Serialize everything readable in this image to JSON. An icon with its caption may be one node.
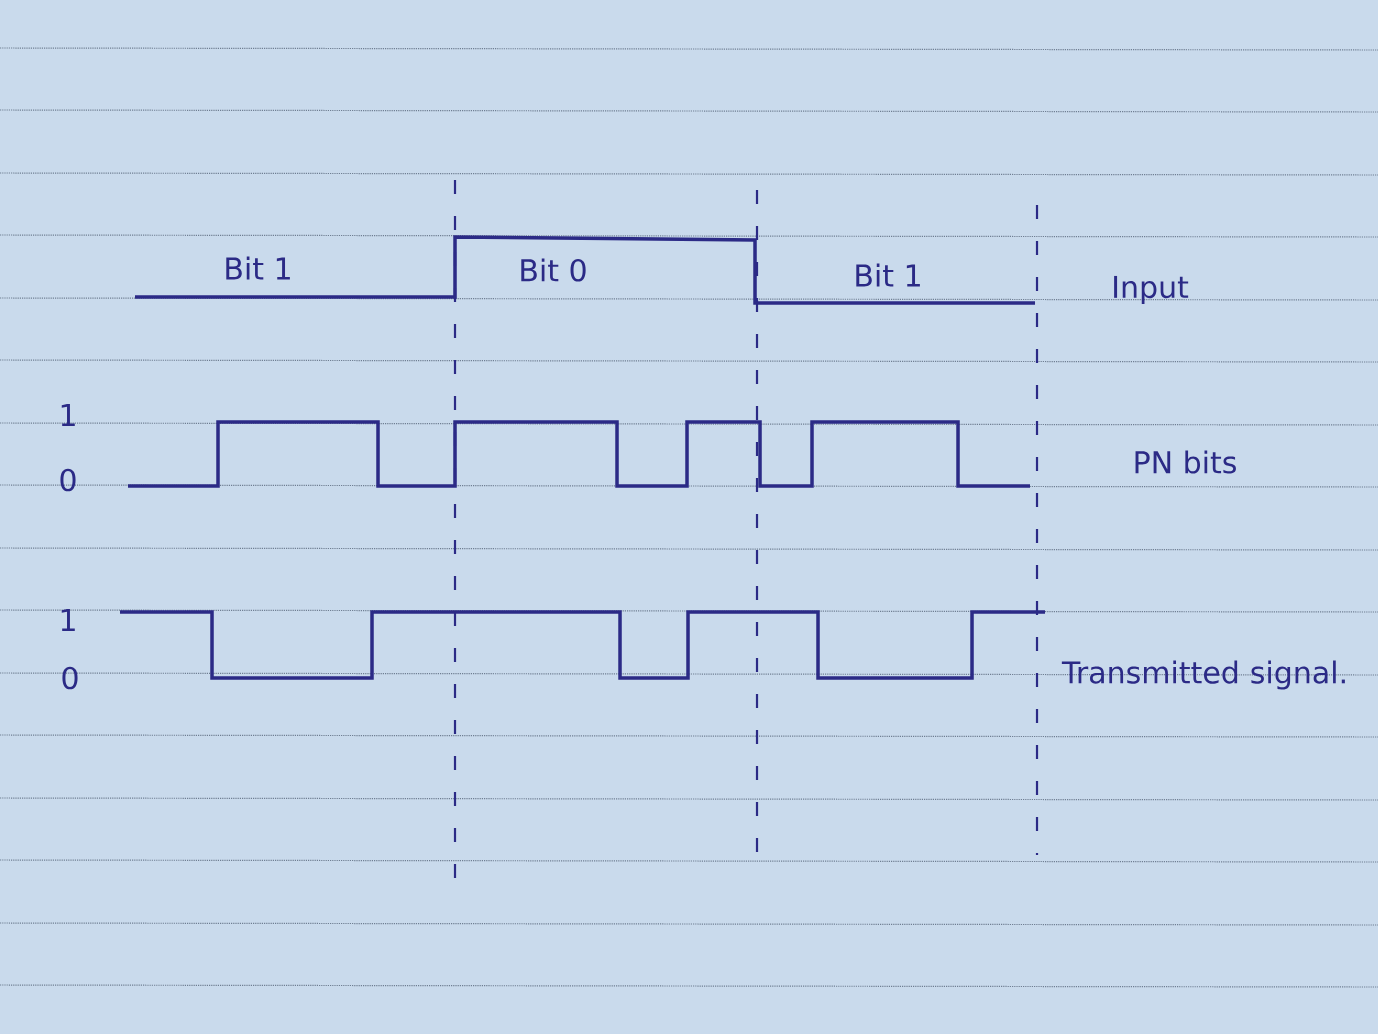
{
  "diagram": {
    "labels": [
      "Bit 1",
      "Bit 0",
      "Bit 1",
      "Input",
      "1",
      "0",
      "PN bits",
      "1",
      "0",
      "Transmitted signal."
    ]
  }
}
